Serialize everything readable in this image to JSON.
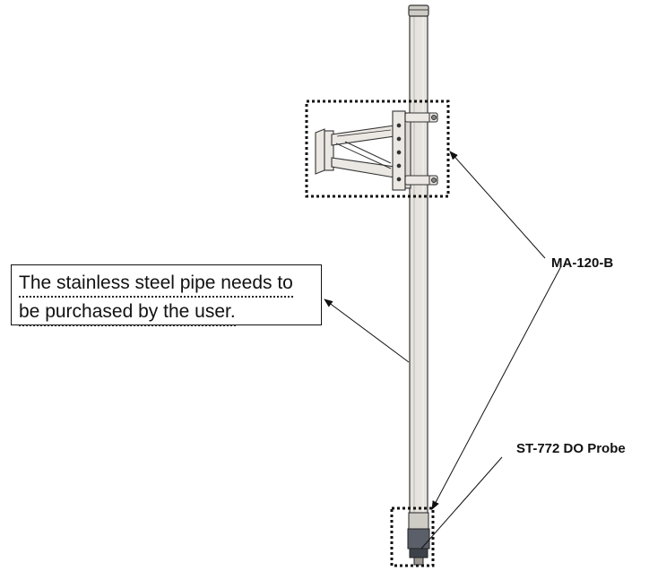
{
  "labels": {
    "bracket": "MA-120-B",
    "probe": "ST-772 DO Probe"
  },
  "note": {
    "line1": "The stainless steel pipe needs to",
    "line2": "be purchased by the user."
  },
  "colors": {
    "pipe": "#e4e1dc",
    "outline": "#333333",
    "probe": "#555a64"
  }
}
